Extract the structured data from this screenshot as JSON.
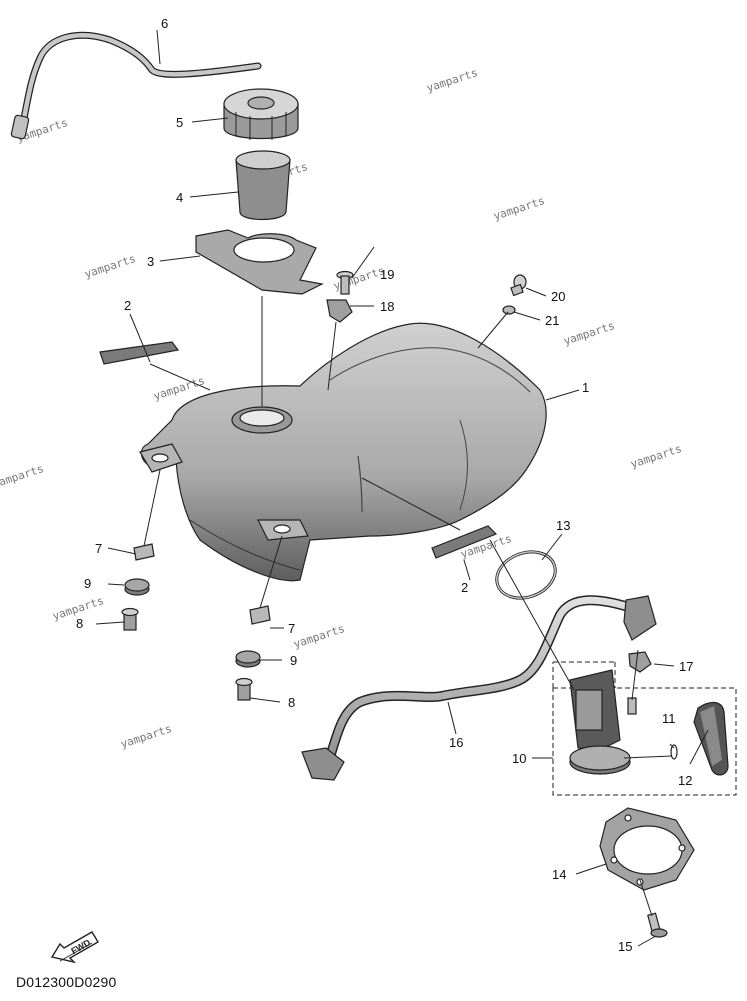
{
  "diagram_code": "D012300D0290",
  "fwd_label": "FWD",
  "watermark_text": "yamparts",
  "callouts": [
    {
      "label": "1"
    },
    {
      "label": "2"
    },
    {
      "label": "2"
    },
    {
      "label": "3"
    },
    {
      "label": "4"
    },
    {
      "label": "5"
    },
    {
      "label": "6"
    },
    {
      "label": "7"
    },
    {
      "label": "7"
    },
    {
      "label": "8"
    },
    {
      "label": "8"
    },
    {
      "label": "9"
    },
    {
      "label": "9"
    },
    {
      "label": "10"
    },
    {
      "label": "11"
    },
    {
      "label": "12"
    },
    {
      "label": "13"
    },
    {
      "label": "14"
    },
    {
      "label": "15"
    },
    {
      "label": "16"
    },
    {
      "label": "17"
    },
    {
      "label": "18"
    },
    {
      "label": "19"
    },
    {
      "label": "20"
    },
    {
      "label": "21"
    }
  ],
  "colors": {
    "part_fill": "#bfbfbf",
    "part_dark": "#6f6f6f",
    "line": "#222222"
  }
}
